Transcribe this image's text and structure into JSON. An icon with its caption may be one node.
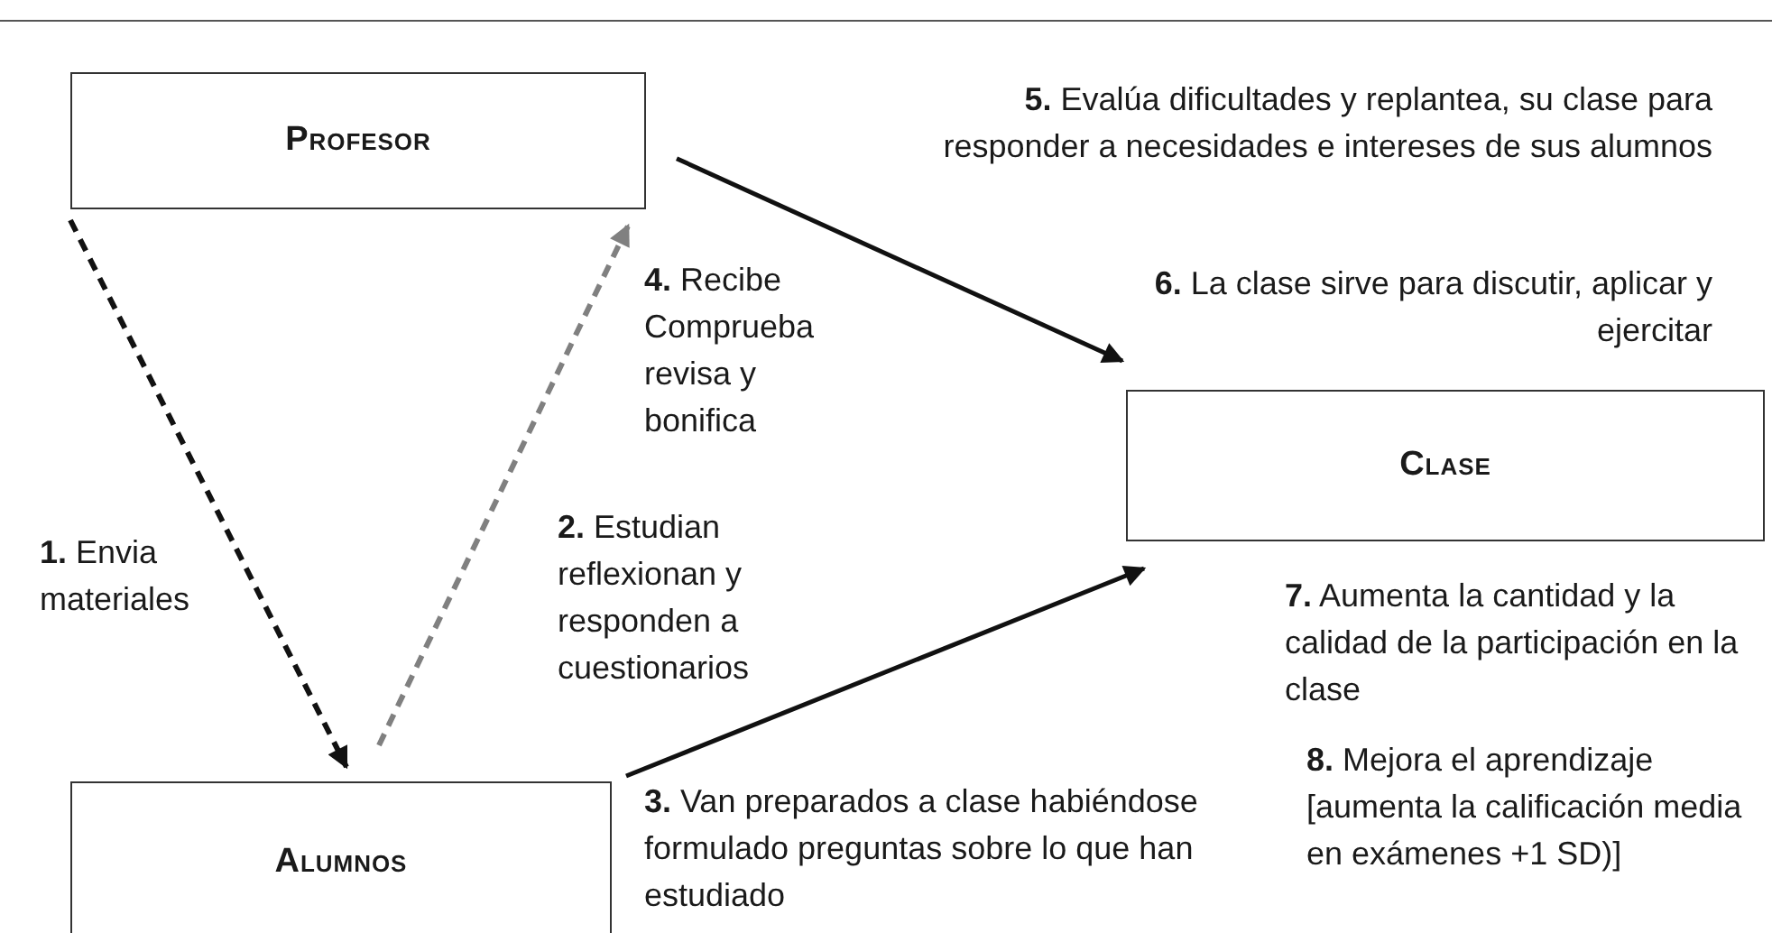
{
  "diagram": {
    "nodes": [
      {
        "text": [
          "Profesor"
        ]
      },
      {
        "text": [
          "Clase"
        ]
      },
      {
        "text": [
          "Alumnos"
        ]
      }
    ],
    "edges": [
      {
        "from": 0,
        "to": 2,
        "arrow": "to",
        "style": "dashed",
        "label": "**1.** Envia materiales"
      },
      {
        "from": 2,
        "to": 0,
        "arrow": "to",
        "style": "dashed",
        "color": "#808080",
        "label": "**4.** Recibe Comprueba revisa y bonifica"
      },
      {
        "from": 0,
        "to": 1,
        "arrow": "to"
      },
      {
        "from": 2,
        "to": 1,
        "arrow": "to",
        "label": "**3.** Van preparados a clase habiéndose formulado preguntas sobre lo que han estudiado"
      }
    ],
    "labels": [
      "**2.** Estudian reflexionan y responden a cuestionarios",
      "**5.** Evalúa dificultades y replantea, su clase para responder a necesidades e intereses de sus alumnos",
      "**6.** La clase sirve para discutir, aplicar y ejercitar",
      "**7.** Aumenta la cantidad y la calidad de la participación en la clase",
      "**8.** Mejora el aprendizaje [aumenta la calificación media en exámenes +1 SD)]"
    ]
  }
}
